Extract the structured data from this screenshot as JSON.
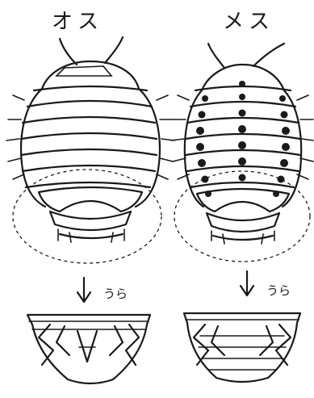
{
  "male": {
    "title": "オス",
    "underside_label": "うら"
  },
  "female": {
    "title": "メス",
    "underside_label": "うら"
  },
  "colors": {
    "ink": "#1a1a1a",
    "background": "#ffffff"
  }
}
